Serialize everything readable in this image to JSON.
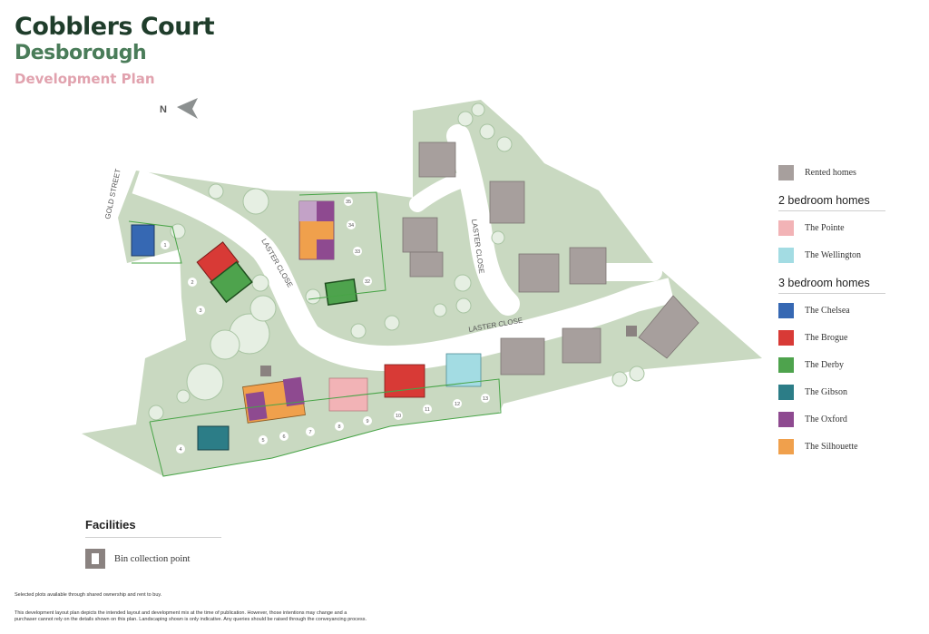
{
  "header": {
    "title": "Cobblers Court",
    "subtitle": "Desborough",
    "plan_title": "Development Plan"
  },
  "compass": {
    "label": "N"
  },
  "streets": {
    "gold_street": "GOLD STREET",
    "laster_close": "LASTER CLOSE"
  },
  "colors": {
    "land": "#c9d9c1",
    "road": "#ffffff",
    "plot_line": "#48a447",
    "rented": "#a79f9d",
    "pointe": "#f2b3b6",
    "wellington": "#a3dce3",
    "chelsea": "#3668b3",
    "brogue": "#d83a36",
    "derby": "#4ea34d",
    "gibson": "#2c7d87",
    "oxford": "#8e4a90",
    "silhouette": "#f0a04c",
    "tree": "#e6efe3"
  },
  "legend": {
    "rented": "Rented homes",
    "two_bed_heading": "2 bedroom homes",
    "two_bed": [
      {
        "name": "The Pointe",
        "color_key": "pointe"
      },
      {
        "name": "The Wellington",
        "color_key": "wellington"
      }
    ],
    "three_bed_heading": "3 bedroom homes",
    "three_bed": [
      {
        "name": "The Chelsea",
        "color_key": "chelsea"
      },
      {
        "name": "The Brogue",
        "color_key": "brogue"
      },
      {
        "name": "The Derby",
        "color_key": "derby"
      },
      {
        "name": "The Gibson",
        "color_key": "gibson"
      },
      {
        "name": "The Oxford",
        "color_key": "oxford"
      },
      {
        "name": "The Silhouette",
        "color_key": "silhouette"
      }
    ]
  },
  "facilities": {
    "heading": "Facilities",
    "bin_label": "Bin collection point"
  },
  "plots": [
    {
      "label": "1",
      "type": "chelsea"
    },
    {
      "label": "2",
      "type": "brogue"
    },
    {
      "label": "3",
      "type": "derby"
    },
    {
      "label": "4",
      "type": "gibson"
    },
    {
      "label": "5",
      "type": "plot"
    },
    {
      "label": "6",
      "type": "silhouette"
    },
    {
      "label": "7",
      "type": "oxford"
    },
    {
      "label": "8",
      "type": "pointe"
    },
    {
      "label": "9",
      "type": "pointe"
    },
    {
      "label": "10",
      "type": "brogue"
    },
    {
      "label": "11",
      "type": "brogue"
    },
    {
      "label": "12",
      "type": "wellington"
    },
    {
      "label": "13",
      "type": "wellington"
    },
    {
      "label": "32",
      "type": "derby"
    },
    {
      "label": "33",
      "type": "oxford"
    },
    {
      "label": "34",
      "type": "silhouette"
    },
    {
      "label": "35",
      "type": "oxford"
    }
  ],
  "disclaimer": {
    "availability": "Selected plots available through shared ownership and rent to buy.",
    "line1": "This development layout plan depicts the intended layout and development mix at the time of publication. However, those intentions may change and a",
    "line2": "purchaser cannot rely on the details shown on this plan. Landscaping shown is only indicative. Any queries should be raised through the conveyancing process."
  }
}
